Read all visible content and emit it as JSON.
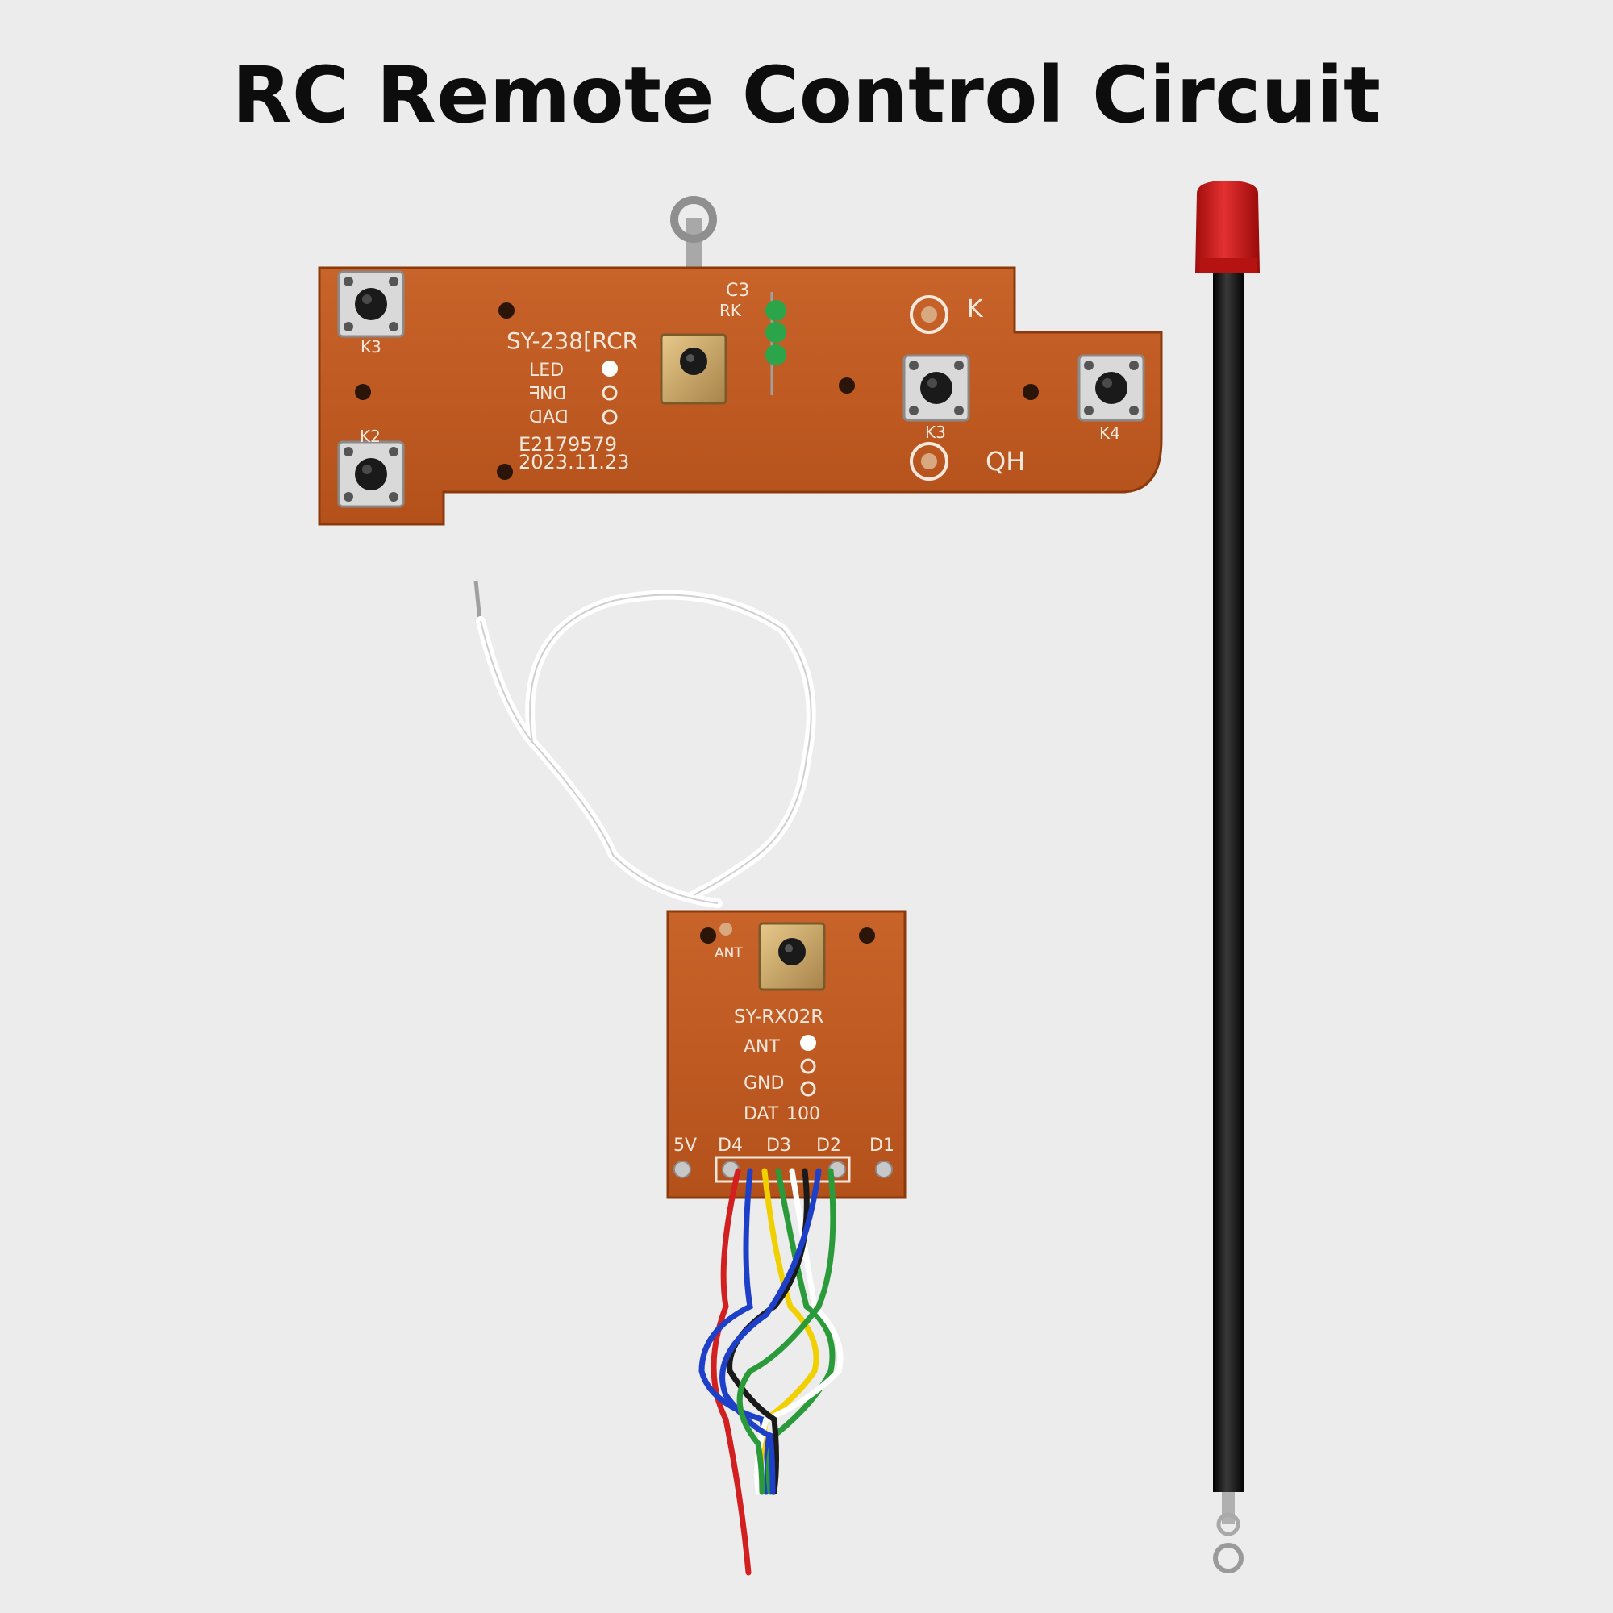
{
  "title": "RC Remote Control Circuit",
  "transmitter": {
    "model": "SY-238[RCR",
    "c3": "C3",
    "rk": "RK",
    "led": "LED",
    "gnd": "ᖷNᗡ",
    "dat": "ᗡAᗡ",
    "serial": "E2179579",
    "date": "2023.11.23",
    "qh": "QH",
    "k3_left": "K3",
    "k2": "K2",
    "k3_right": "K3",
    "k4": "K4",
    "symbol": "K"
  },
  "receiver": {
    "ant_top": "ANT",
    "model": "SY-RX02R",
    "ant": "ANT",
    "gnd": "GND",
    "dat": "DAT",
    "num": "100",
    "pin_5v": "5V",
    "pin_d4": "D4",
    "pin_d3": "D3",
    "pin_d2": "D2",
    "pin_d1": "D1"
  },
  "colors": {
    "pcb": "#c05a1e",
    "background": "#ececec",
    "antenna_cap": "#d01a1a",
    "led": "#2ca44a"
  }
}
